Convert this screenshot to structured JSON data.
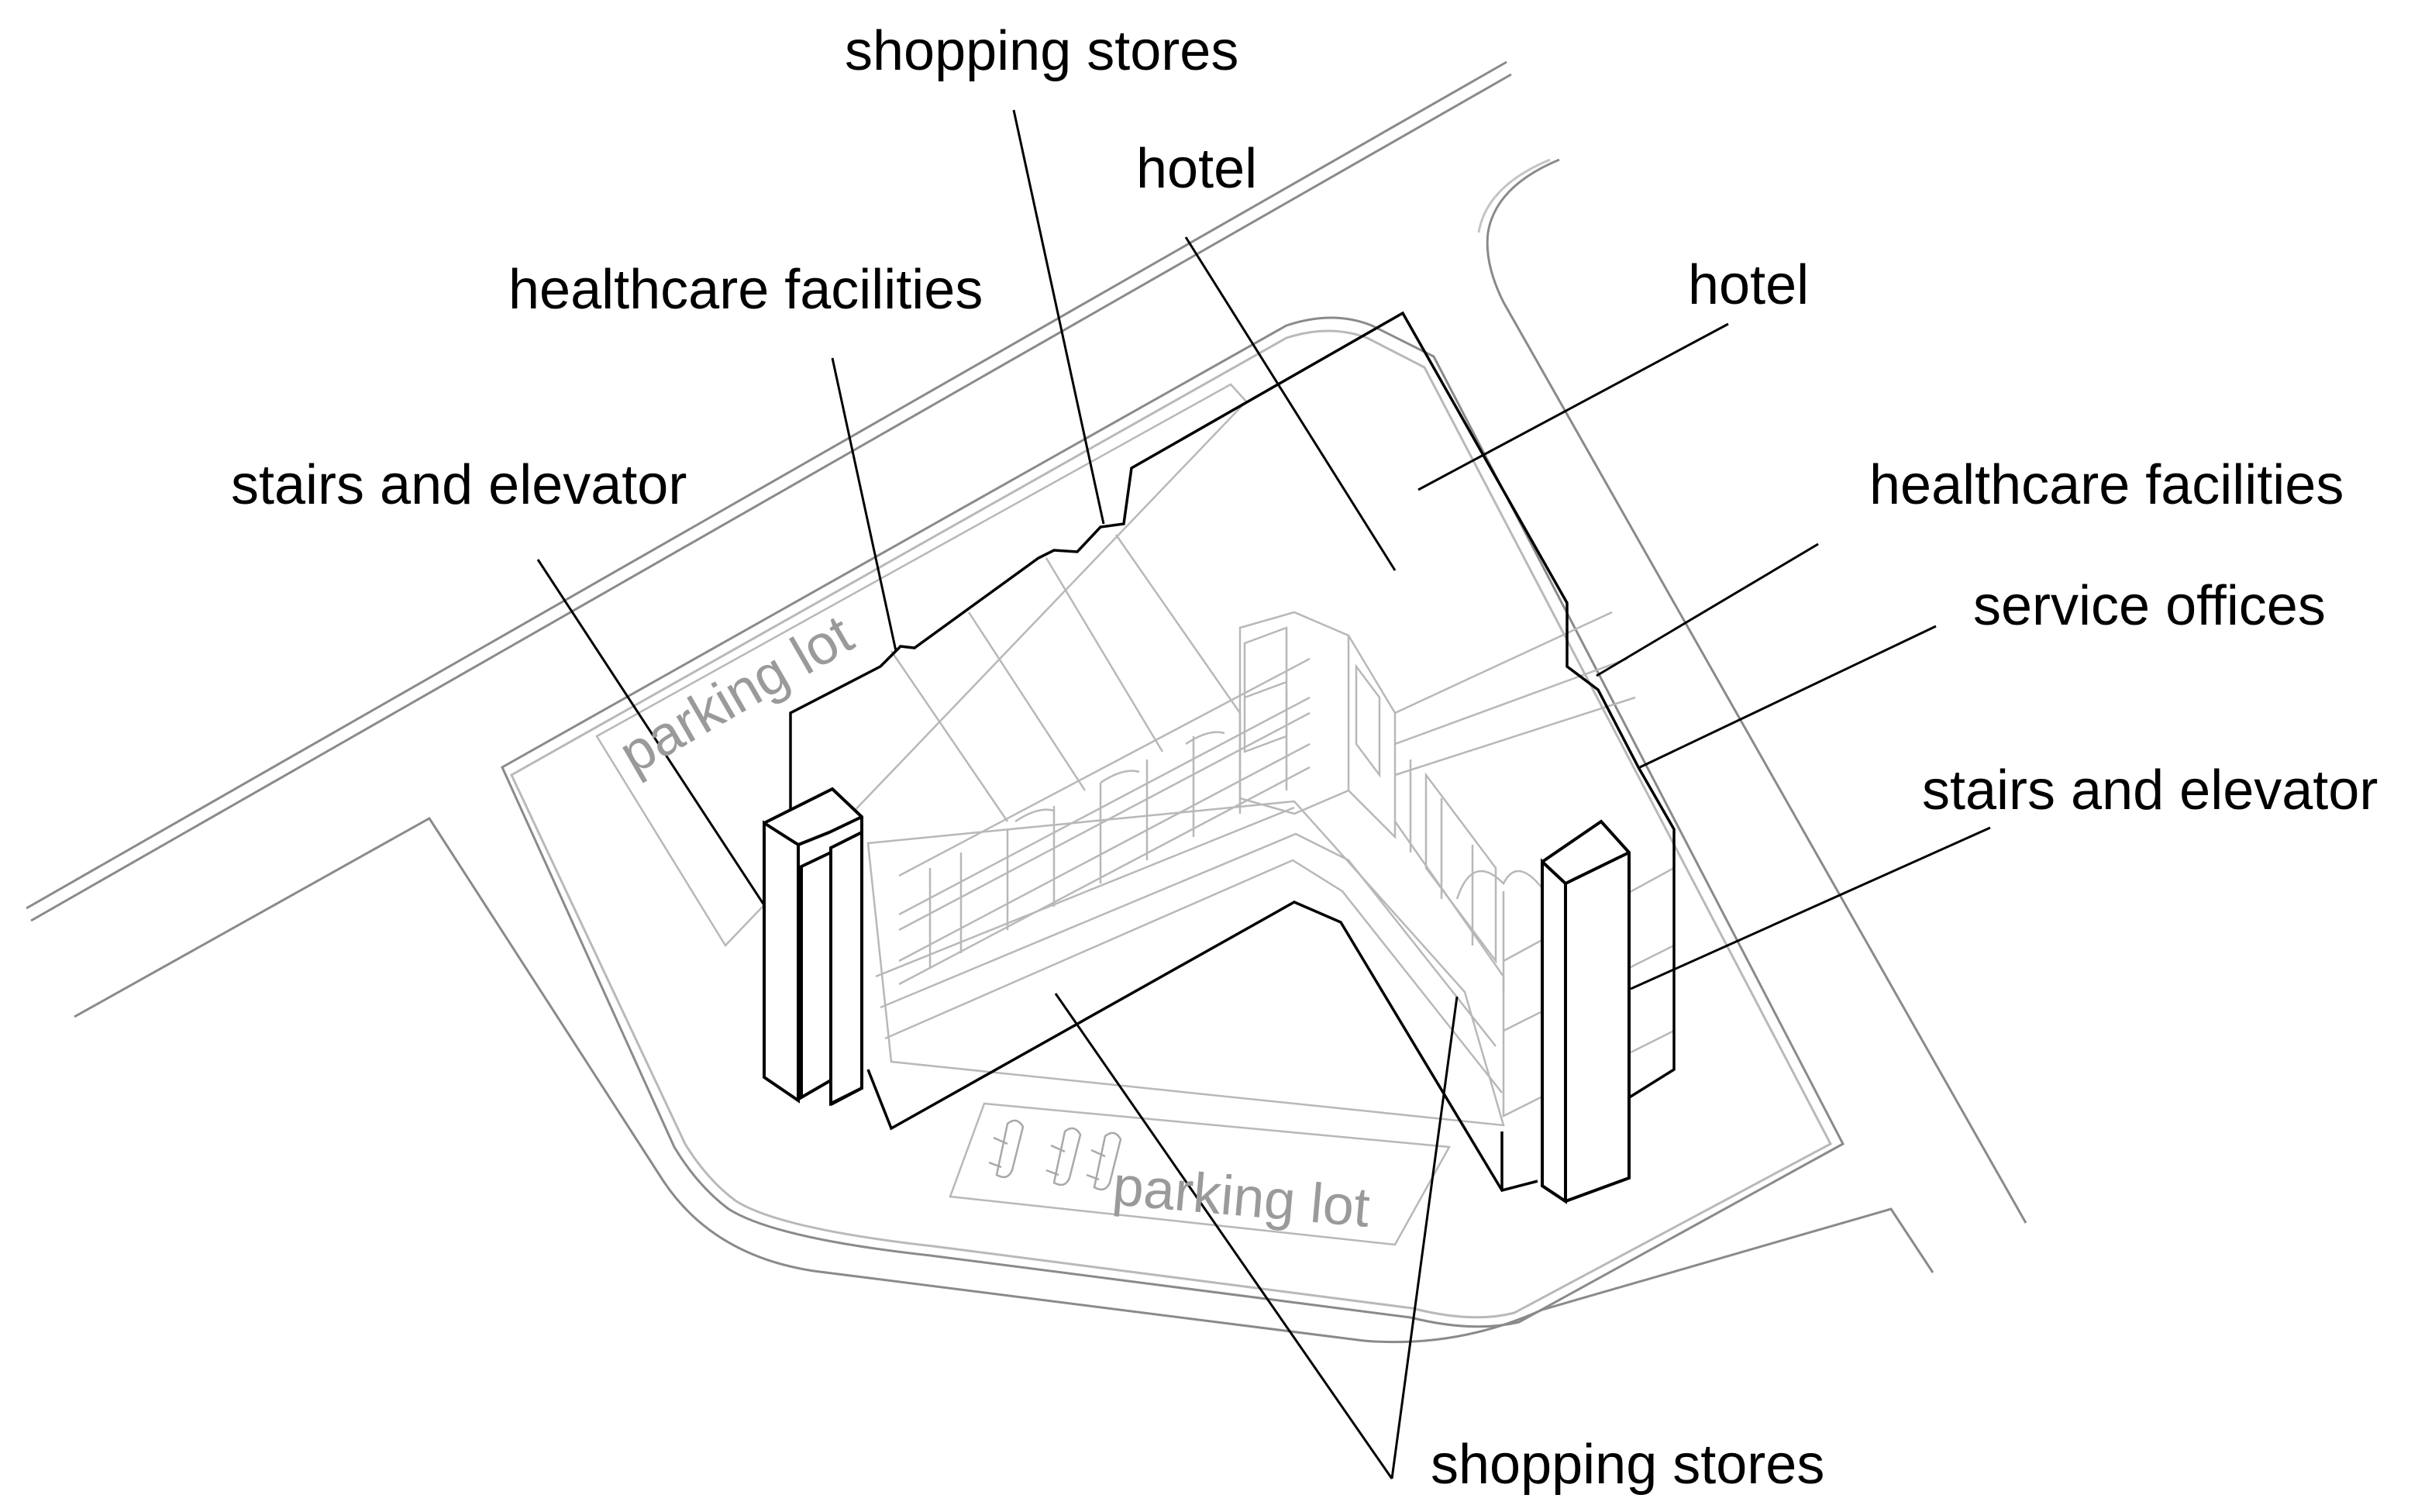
{
  "labels": {
    "shopping_stores_top": "shopping stores",
    "hotel_top": "hotel",
    "healthcare_facilities_left": "healthcare facilities",
    "hotel_right": "hotel",
    "stairs_and_elevator_left": "stairs and elevator",
    "healthcare_facilities_right": "healthcare facilities",
    "service_offices": "service offices",
    "stairs_and_elevator_right": "stairs and elevator",
    "shopping_stores_bottom": "shopping stores"
  },
  "parking": {
    "left": "parking lot",
    "bottom": "parking lot"
  },
  "colors": {
    "ink": "#000000",
    "context_lines": "#8a8a8a",
    "building_lines": "#b8b8b8",
    "parking_text": "#9a9a9a"
  }
}
